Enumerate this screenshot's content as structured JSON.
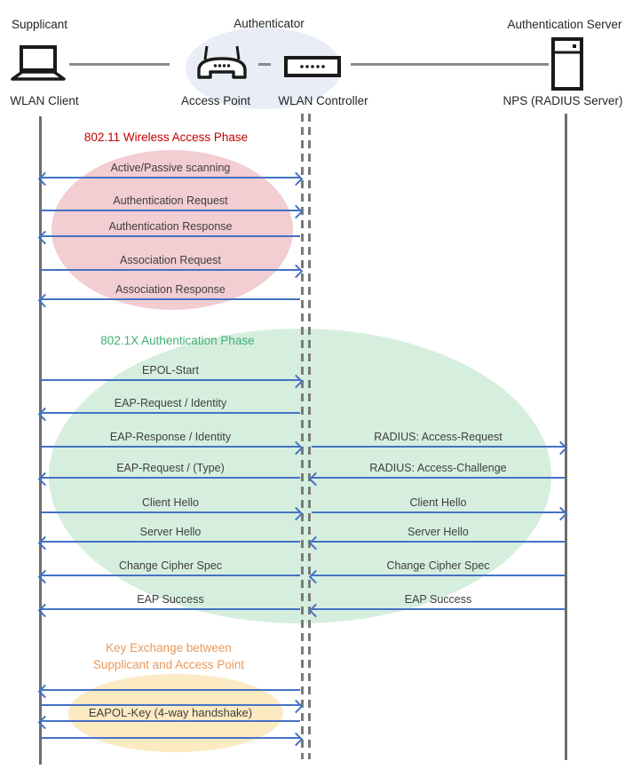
{
  "header": {
    "roles": [
      {
        "label": "Supplicant"
      },
      {
        "label": "Authenticator"
      },
      {
        "label": "Authentication Server"
      }
    ],
    "devices": [
      {
        "label": "WLAN Client",
        "icon": "laptop-icon"
      },
      {
        "label": "Access Point",
        "icon": "access-point-icon"
      },
      {
        "label": "WLAN Controller",
        "icon": "wlan-controller-icon"
      },
      {
        "label": "NPS (RADIUS Server)",
        "icon": "server-icon"
      }
    ]
  },
  "phases": [
    {
      "title": "802.11 Wireless Access Phase",
      "title_color": "#C00000",
      "ellipse_color": "#F2CDD1",
      "messages": [
        {
          "label": "Active/Passive scanning",
          "direction": "both"
        },
        {
          "label": "Authentication Request",
          "direction": "right"
        },
        {
          "label": "Authentication Response",
          "direction": "left"
        },
        {
          "label": "Association Request",
          "direction": "right"
        },
        {
          "label": "Association Response",
          "direction": "left"
        }
      ]
    },
    {
      "title": "802.1X Authentication Phase",
      "title_color": "#3FAF72",
      "ellipse_color": "#D6EEDE",
      "messages_client_to_ap": [
        {
          "label": "EPOL-Start",
          "direction": "right"
        },
        {
          "label": "EAP-Request / Identity",
          "direction": "left"
        },
        {
          "label": "EAP-Response / Identity",
          "direction": "right"
        },
        {
          "label": "EAP-Request / (Type)",
          "direction": "left"
        },
        {
          "label": "Client Hello",
          "direction": "right"
        },
        {
          "label": "Server Hello",
          "direction": "left"
        },
        {
          "label": "Change Cipher Spec",
          "direction": "left"
        },
        {
          "label": "EAP Success",
          "direction": "left"
        }
      ],
      "messages_ap_to_server": [
        {
          "label": "RADIUS: Access-Request",
          "direction": "right"
        },
        {
          "label": "RADIUS: Access-Challenge",
          "direction": "left"
        },
        {
          "label": "Client Hello",
          "direction": "right"
        },
        {
          "label": "Server Hello",
          "direction": "left"
        },
        {
          "label": "Change Cipher Spec",
          "direction": "left"
        },
        {
          "label": "EAP Success",
          "direction": "left"
        }
      ]
    },
    {
      "title_line1": "Key Exchange between",
      "title_line2": "Supplicant and Access Point",
      "title_color": "#E8995C",
      "ellipse_color": "#FCEAC2",
      "note": "EAPOL-Key (4-way handshake)",
      "messages": [
        {
          "direction": "left"
        },
        {
          "direction": "right"
        },
        {
          "direction": "left"
        },
        {
          "direction": "right"
        }
      ]
    }
  ],
  "colors": {
    "arrow": "#4472C4",
    "lifeline": "#757575",
    "message_text": "#3F3F3F",
    "authenticator_group_fill": "#E9EDF6",
    "phase1_fill": "#F2CDD1",
    "phase2_fill": "#D6EEDE",
    "phase3_fill": "#FCEAC2"
  }
}
